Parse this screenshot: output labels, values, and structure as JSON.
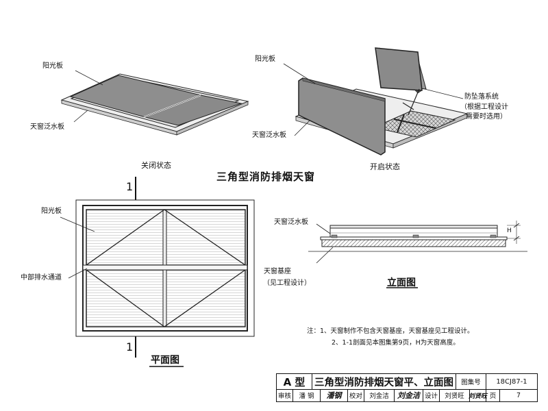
{
  "closed_view": {
    "panel_label": "阳光板",
    "flashing_label": "天窗泛水板",
    "caption": "关闭状态"
  },
  "open_view": {
    "panel_label": "阳光板",
    "fall_protection_label": "防坠落系统",
    "fall_protection_note_line1": "（根据工程设计",
    "fall_protection_note_line2": "需要时选用）",
    "flashing_label": "天窗泛水板",
    "caption": "开启状态"
  },
  "main_title": "三角型消防排烟天窗",
  "plan_view": {
    "panel_label": "阳光板",
    "drain_label": "中部排水通道",
    "section_mark_top": "1",
    "section_mark_bottom": "1",
    "title": "平面图"
  },
  "elevation_view": {
    "flashing_label": "天窗泛水板",
    "base_label": "天窗基座",
    "base_note": "（见工程设计）",
    "height_symbol": "H",
    "title": "立面图"
  },
  "notes": {
    "line1": "注：1、天窗制作不包含天窗基座，天窗基座见工程设计。",
    "line2": "2、1-1剖面见本图集第9页，H为天窗高度。"
  },
  "title_block": {
    "type_label": "A  型",
    "drawing_title": "三角型消防排烟天窗平、立面图",
    "atlas_label": "图集号",
    "atlas_number": "18CJ87-1",
    "review_label": "审核",
    "reviewer": "潘  钢",
    "reviewer_signature": "潘钢",
    "check_label": "校对",
    "checker": "刘金洁",
    "checker_signature": "刘金洁",
    "design_label": "设计",
    "designer": "刘贤旺",
    "designer_signature": "刘贤旺",
    "page_label": "页",
    "page_number": "7"
  }
}
